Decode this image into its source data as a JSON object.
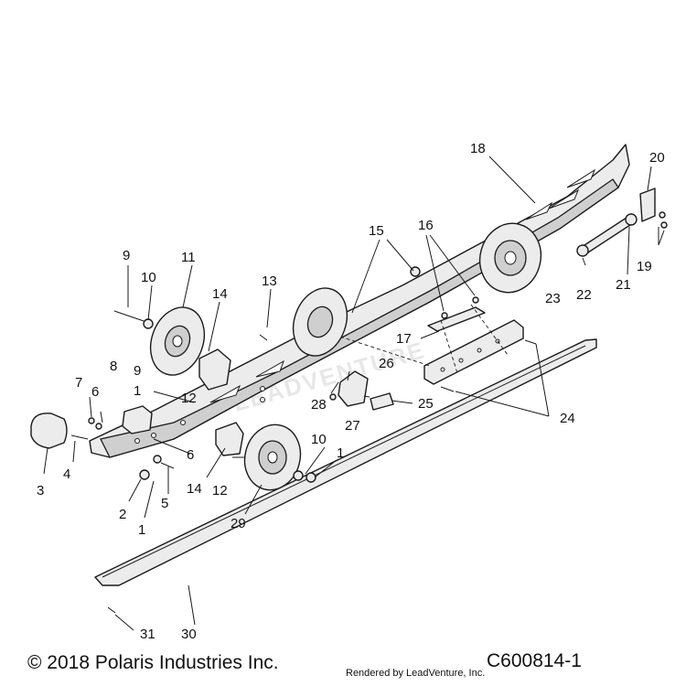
{
  "callouts": [
    "1",
    "2",
    "3",
    "4",
    "5",
    "6",
    "7",
    "8",
    "9",
    "10",
    "11",
    "12",
    "13",
    "14",
    "15",
    "16",
    "17",
    "18",
    "19",
    "20",
    "21",
    "22",
    "23",
    "24",
    "25",
    "26",
    "27",
    "28",
    "29",
    "30",
    "31"
  ],
  "footer": {
    "copyright": "© 2018 Polaris Industries Inc.",
    "rendered_by": "Rendered by LeadVenture, Inc.",
    "drawing_number": "C600814-1"
  },
  "watermark": "LEADVENTURE"
}
